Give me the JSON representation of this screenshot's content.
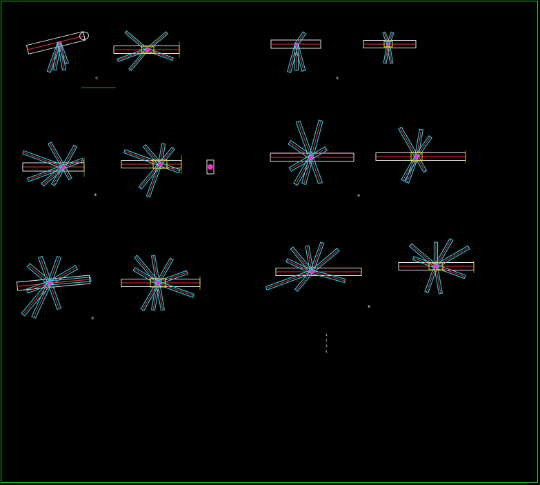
{
  "drawing": {
    "frame_color": "#2fbf2f",
    "tube_color": "#22d3ee",
    "axis_color": "#ff2a2a",
    "node_color": "#ff2ad0",
    "dim_color": "#ffe600"
  },
  "details": [
    {
      "num": "①",
      "caption": "",
      "sub": ""
    },
    {
      "num": "②",
      "caption": "",
      "sub": ""
    },
    {
      "num": "③",
      "caption": "",
      "sub": ""
    },
    {
      "num": "④",
      "caption": "",
      "sub": ""
    },
    {
      "num": "⑤",
      "caption": "",
      "sub": ""
    },
    {
      "num": "⑥",
      "caption": "",
      "sub": ""
    }
  ],
  "notes": {
    "title": "",
    "lines": [
      "1.",
      "2.",
      "3.",
      "4."
    ]
  }
}
